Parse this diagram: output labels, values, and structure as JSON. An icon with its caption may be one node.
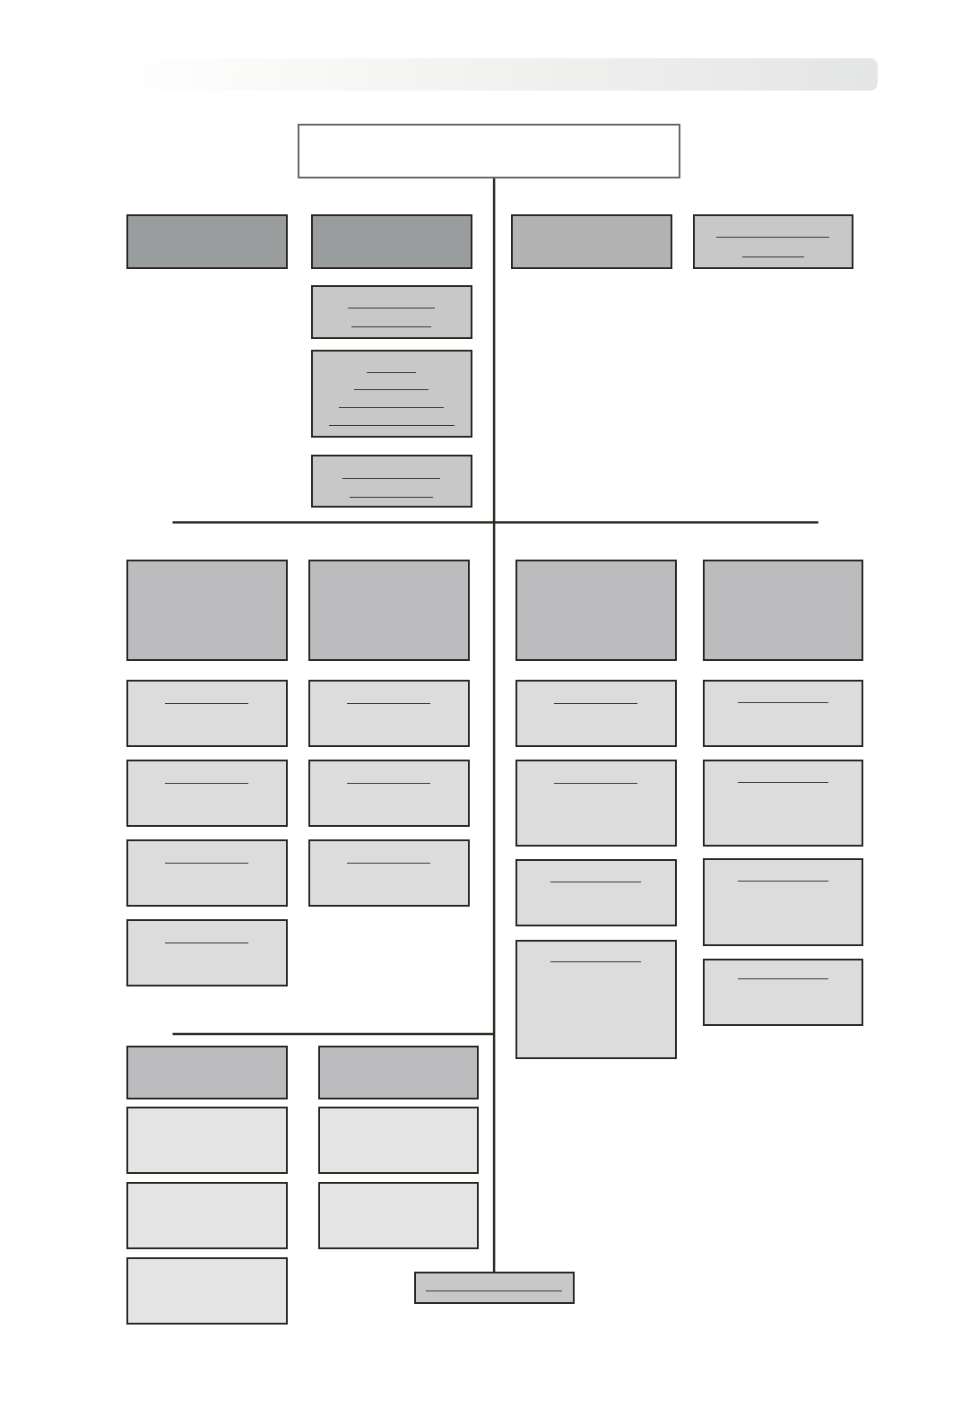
{
  "diagram": {
    "nodes": [
      {
        "text": [],
        "shape": "box"
      },
      {
        "text": [],
        "shape": "box"
      },
      {
        "text": [],
        "shape": "box"
      },
      {
        "text": [],
        "shape": "box"
      },
      {
        "text": [],
        "shape": "box"
      },
      {
        "text": [],
        "shape": "box"
      },
      {
        "text": [],
        "shape": "box"
      },
      {
        "text": [],
        "shape": "box"
      },
      {
        "text": [],
        "shape": "box"
      },
      {
        "text": [],
        "shape": "box"
      },
      {
        "text": [],
        "shape": "box"
      },
      {
        "text": [],
        "shape": "box"
      },
      {
        "text": [],
        "shape": "box"
      },
      {
        "text": [],
        "shape": "box"
      },
      {
        "text": [],
        "shape": "box"
      },
      {
        "text": [],
        "shape": "box"
      },
      {
        "text": [],
        "shape": "box"
      },
      {
        "text": [],
        "shape": "box"
      },
      {
        "text": [],
        "shape": "box"
      },
      {
        "text": [],
        "shape": "box"
      },
      {
        "text": [],
        "shape": "box"
      },
      {
        "text": [],
        "shape": "box"
      },
      {
        "text": [],
        "shape": "box"
      },
      {
        "text": [],
        "shape": "box"
      },
      {
        "text": [],
        "shape": "box"
      },
      {
        "text": [],
        "shape": "box"
      },
      {
        "text": [],
        "shape": "box"
      },
      {
        "text": [],
        "shape": "box"
      },
      {
        "text": [],
        "shape": "box"
      },
      {
        "text": [],
        "shape": "box"
      },
      {
        "text": [],
        "shape": "box"
      },
      {
        "text": [],
        "shape": "box"
      },
      {
        "text": [],
        "shape": "box"
      },
      {
        "text": [],
        "shape": "box"
      },
      {
        "text": [],
        "shape": "box"
      }
    ],
    "edges": [
      {
        "from": 0,
        "to": 34,
        "arrow": "none"
      }
    ]
  }
}
